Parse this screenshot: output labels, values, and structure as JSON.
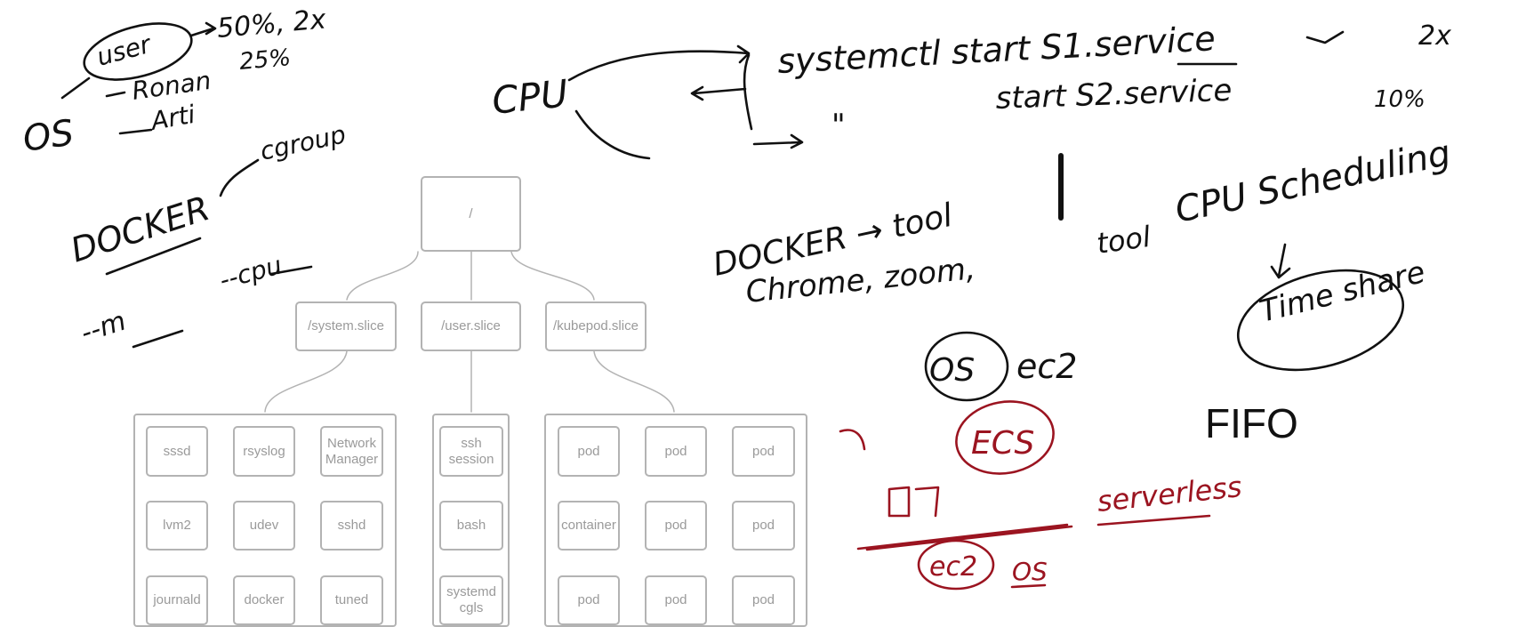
{
  "diagram": {
    "root": "/",
    "slices": [
      "/system.slice",
      "/user.slice",
      "/kubepod.slice"
    ],
    "system_slice_units": [
      "sssd",
      "rsyslog",
      "Network\nManager",
      "lvm2",
      "udev",
      "sshd",
      "journald",
      "docker",
      "tuned"
    ],
    "user_slice_units": [
      "ssh\nsession",
      "bash",
      "systemd\ncgls"
    ],
    "kubepod_slice_units": [
      "pod",
      "pod",
      "pod",
      "container",
      "pod",
      "pod",
      "pod",
      "pod",
      "pod"
    ]
  },
  "annotations": {
    "os_users": {
      "os": "OS",
      "user_top": "user",
      "user_top_share": "50%, 2x",
      "user_2": "Ronan",
      "user_2_share": "25%",
      "user_3": "Arti"
    },
    "docker_cgroup": {
      "docker": "DOCKER",
      "cgroup": "cgroup",
      "flag_m": "--m",
      "flag_cpu": "--cpu"
    },
    "cpu": "CPU",
    "systemctl_line1": "systemctl start S1.service",
    "systemctl_line1_share": "2x",
    "systemctl_line2_ditto": "\"",
    "systemctl_line2": "start S2.service",
    "systemctl_line2_share": "10%",
    "docker_tool": "DOCKER → tool",
    "chrome_zoom": "Chrome, zoom,",
    "tool": "tool",
    "cpu_scheduling": "CPU Scheduling",
    "time_share": "Time share",
    "os_circle": "OS",
    "ec2": "ec2",
    "fifo": "FIFO",
    "ecs": "ECS",
    "ec2_red": "ec2",
    "os_red": "OS",
    "serverless": "serverless"
  },
  "colors": {
    "ink": "#111111",
    "red_ink": "#9b1420",
    "box_border": "#b3b3b3",
    "box_text": "#9a9a9a"
  }
}
